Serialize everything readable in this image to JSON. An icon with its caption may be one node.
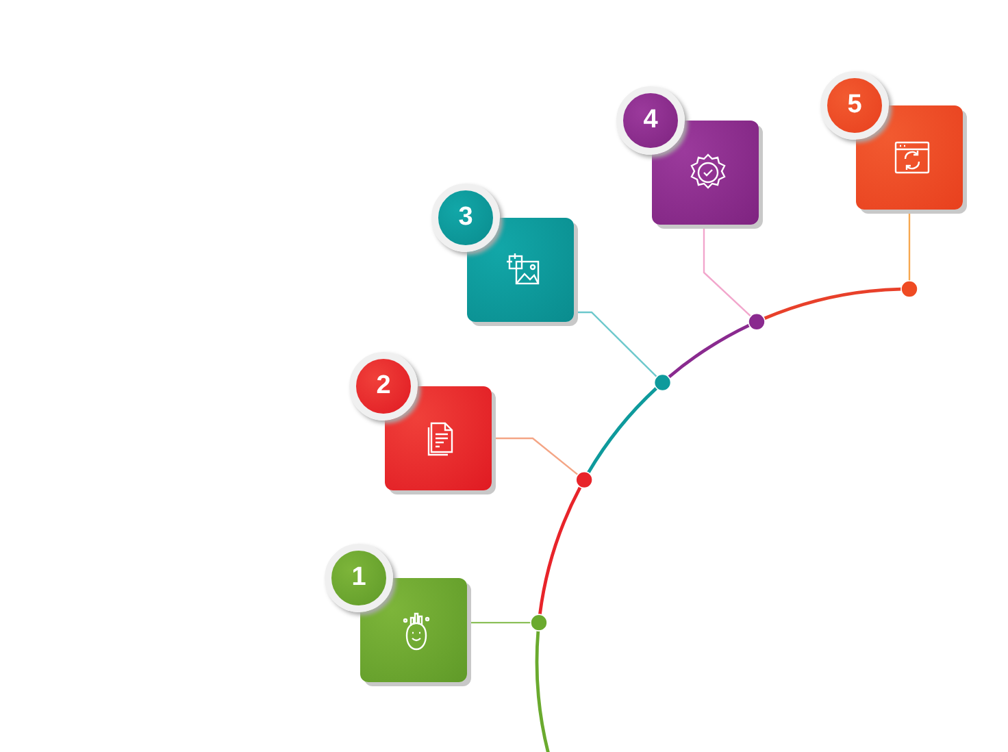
{
  "diagram": {
    "nodes": [
      {
        "text": [
          "1"
        ]
      },
      {
        "text": [
          "2"
        ]
      },
      {
        "text": [
          "3"
        ]
      },
      {
        "text": [
          "4"
        ]
      },
      {
        "text": [
          "5"
        ]
      },
      {
        "text": [],
        "shape": "circle"
      },
      {
        "text": [],
        "shape": "circle"
      },
      {
        "text": [],
        "shape": "circle"
      },
      {
        "text": [],
        "shape": "circle"
      },
      {
        "text": [],
        "shape": "circle"
      }
    ],
    "edges": [
      {
        "from": 0,
        "to": 5,
        "arrow": "none",
        "color": "#8cc05a"
      },
      {
        "from": 1,
        "to": 6,
        "arrow": "none",
        "color": "#f4a585"
      },
      {
        "from": 2,
        "to": 7,
        "arrow": "none",
        "color": "#6cc8cc"
      },
      {
        "from": 3,
        "to": 8,
        "arrow": "none",
        "color": "#f2a6cc"
      },
      {
        "from": 4,
        "to": 9,
        "arrow": "none",
        "color": "#f6a850"
      },
      {
        "from": null,
        "to": 5,
        "arrow": "none",
        "color": "#6aaa2e"
      },
      {
        "from": 5,
        "to": 6,
        "arrow": "none",
        "color": "#e8242a"
      },
      {
        "from": 6,
        "to": 7,
        "arrow": "none",
        "color": "#0e9a9c"
      },
      {
        "from": 7,
        "to": 8,
        "arrow": "none",
        "color": "#8a2a8f"
      },
      {
        "from": 8,
        "to": 9,
        "arrow": "none",
        "color": "#e8402a"
      }
    ]
  }
}
